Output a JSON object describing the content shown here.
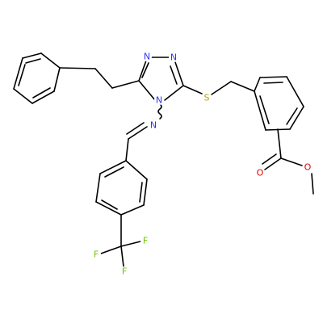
{
  "colors": {
    "bond": "#000000",
    "N": "#3030ff",
    "S": "#b8a000",
    "O": "#e00000",
    "F": "#70c000"
  },
  "atoms": {
    "n1": "N",
    "n2": "N",
    "n3": "N",
    "n_imine": "N",
    "s": "S",
    "o_carbonyl": "O",
    "o_ester": "O",
    "f1": "F",
    "f2": "F",
    "f3": "F"
  }
}
